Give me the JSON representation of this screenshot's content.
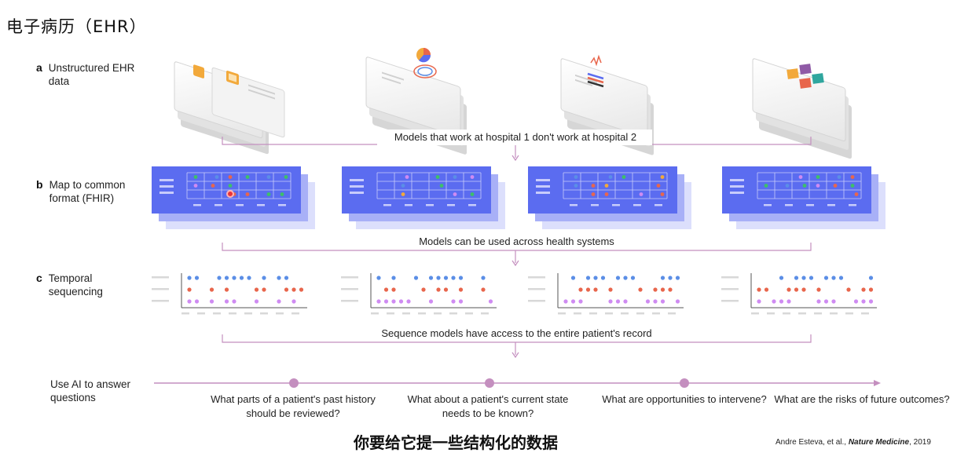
{
  "title": "电子病历（EHR）",
  "rows": [
    {
      "letter": "a",
      "label": "Unstructured EHR data"
    },
    {
      "letter": "b",
      "label": "Map to common format (FHIR)"
    },
    {
      "letter": "c",
      "label": "Temporal sequencing"
    },
    {
      "letter": "",
      "label": "Use AI to answer questions"
    }
  ],
  "captions": [
    "Models that work at hospital 1 don't work at hospital 2",
    "Models can be used across health systems",
    "Sequence models have access to the entire patient's record"
  ],
  "questions": [
    "What parts of a patient's past history should be reviewed?",
    "What about a patient's current state needs to be known?",
    "What are opportunities to intervene?",
    "What are the risks of future outcomes?"
  ],
  "subtitle": "你要给它提一些结构化的数据",
  "credit": {
    "authors": "Andre Esteva, et al., ",
    "journal": "Nature Medicine",
    "year": ", 2019"
  },
  "colors": {
    "accent": "#c48fbf",
    "fhir_blue": "#5b6cf0",
    "dot_blue": "#5b8ee6",
    "dot_red": "#e8664c",
    "dot_violet": "#cf8bf2"
  },
  "hospitals": [
    {
      "doc_icon": "document-stack-with-photos-icon"
    },
    {
      "doc_icon": "document-stack-with-pie-chart-icon"
    },
    {
      "doc_icon": "document-stack-with-ecg-icon"
    },
    {
      "doc_icon": "document-stack-with-color-blocks-icon"
    }
  ]
}
